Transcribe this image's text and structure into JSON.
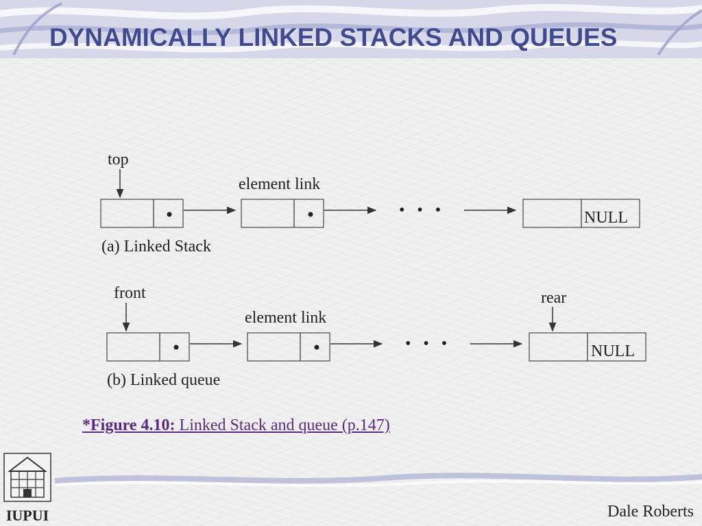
{
  "slide": {
    "title": "DYNAMICALLY LINKED STACKS AND QUEUES",
    "author": "Dale Roberts",
    "logo_text": "IUPUI"
  },
  "stack": {
    "pointer_label": "top",
    "field_label": "element link",
    "ellipsis": "• • •",
    "null_label": "NULL",
    "caption": "(a) Linked Stack"
  },
  "queue": {
    "front_label": "front",
    "rear_label": "rear",
    "field_label": "element link",
    "ellipsis": "• • •",
    "null_label": "NULL",
    "caption": "(b) Linked queue"
  },
  "figure": {
    "prefix": "*Figure 4.10:",
    "text": " Linked Stack and queue (p.147)"
  },
  "colors": {
    "title": "#404a90",
    "caption": "#5a2a80",
    "band": "#b8bdd8",
    "box_stroke": "#444444"
  }
}
